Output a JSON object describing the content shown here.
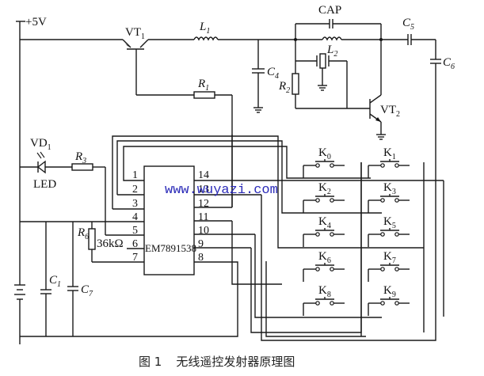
{
  "supply": {
    "label": "+5V"
  },
  "components": {
    "vt1": {
      "name": "VT",
      "sub": "1"
    },
    "vt2": {
      "name": "VT",
      "sub": "2"
    },
    "l1": {
      "name": "L",
      "sub": "1"
    },
    "l2": {
      "name": "L",
      "sub": "2"
    },
    "r1": {
      "name": "R",
      "sub": "1"
    },
    "r2": {
      "name": "R",
      "sub": "2"
    },
    "r3": {
      "name": "R",
      "sub": "3"
    },
    "r6": {
      "name": "R",
      "sub": "6",
      "value": "36kΩ"
    },
    "c1": {
      "name": "C",
      "sub": "1"
    },
    "c4": {
      "name": "C",
      "sub": "4"
    },
    "c5": {
      "name": "C",
      "sub": "5"
    },
    "c6": {
      "name": "C",
      "sub": "6"
    },
    "c7": {
      "name": "C",
      "sub": "7"
    },
    "cap": {
      "name": "CAP"
    },
    "vd1": {
      "name": "VD",
      "sub": "1",
      "type": "LED"
    }
  },
  "ic": {
    "name": "EM7891538",
    "left_pins": [
      "1",
      "2",
      "3",
      "4",
      "5",
      "6",
      "7"
    ],
    "right_pins": [
      "14",
      "13",
      "12",
      "11",
      "10",
      "9",
      "8"
    ]
  },
  "keys": [
    {
      "name": "K",
      "sub": "0"
    },
    {
      "name": "K",
      "sub": "1"
    },
    {
      "name": "K",
      "sub": "2"
    },
    {
      "name": "K",
      "sub": "3"
    },
    {
      "name": "K",
      "sub": "4"
    },
    {
      "name": "K",
      "sub": "5"
    },
    {
      "name": "K",
      "sub": "6"
    },
    {
      "name": "K",
      "sub": "7"
    },
    {
      "name": "K",
      "sub": "8"
    },
    {
      "name": "K",
      "sub": "9"
    }
  ],
  "watermark": "www.wuyazi.com",
  "caption": {
    "figure": "图 1",
    "title": "无线遥控发射器原理图"
  }
}
